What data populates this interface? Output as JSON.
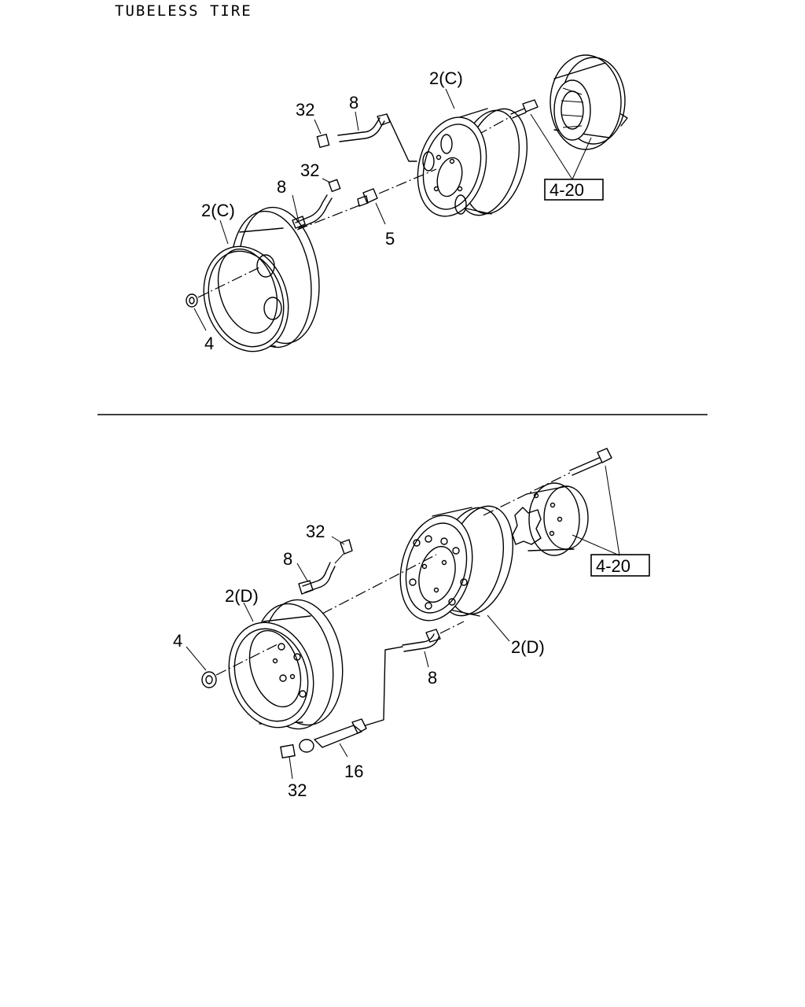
{
  "header": {
    "title": "TUBELESS TIRE"
  },
  "top_section": {
    "labels": {
      "wheel_rear": "2(C)",
      "wheel_front": "2(C)",
      "valve_cap_a": "32",
      "valve_cap_b": "32",
      "valve_ext_a": "8",
      "valve_ext_b": "8",
      "valve": "5",
      "nut": "4",
      "ref": "4-20"
    }
  },
  "bottom_section": {
    "labels": {
      "valve_cap_top": "32",
      "valve_ext_top": "8",
      "wheel_front": "2(D)",
      "wheel_rear": "2(D)",
      "nut": "4",
      "valve_ext_bottom": "8",
      "extension": "16",
      "valve_cap_bottom": "32",
      "ref": "4-20"
    }
  }
}
